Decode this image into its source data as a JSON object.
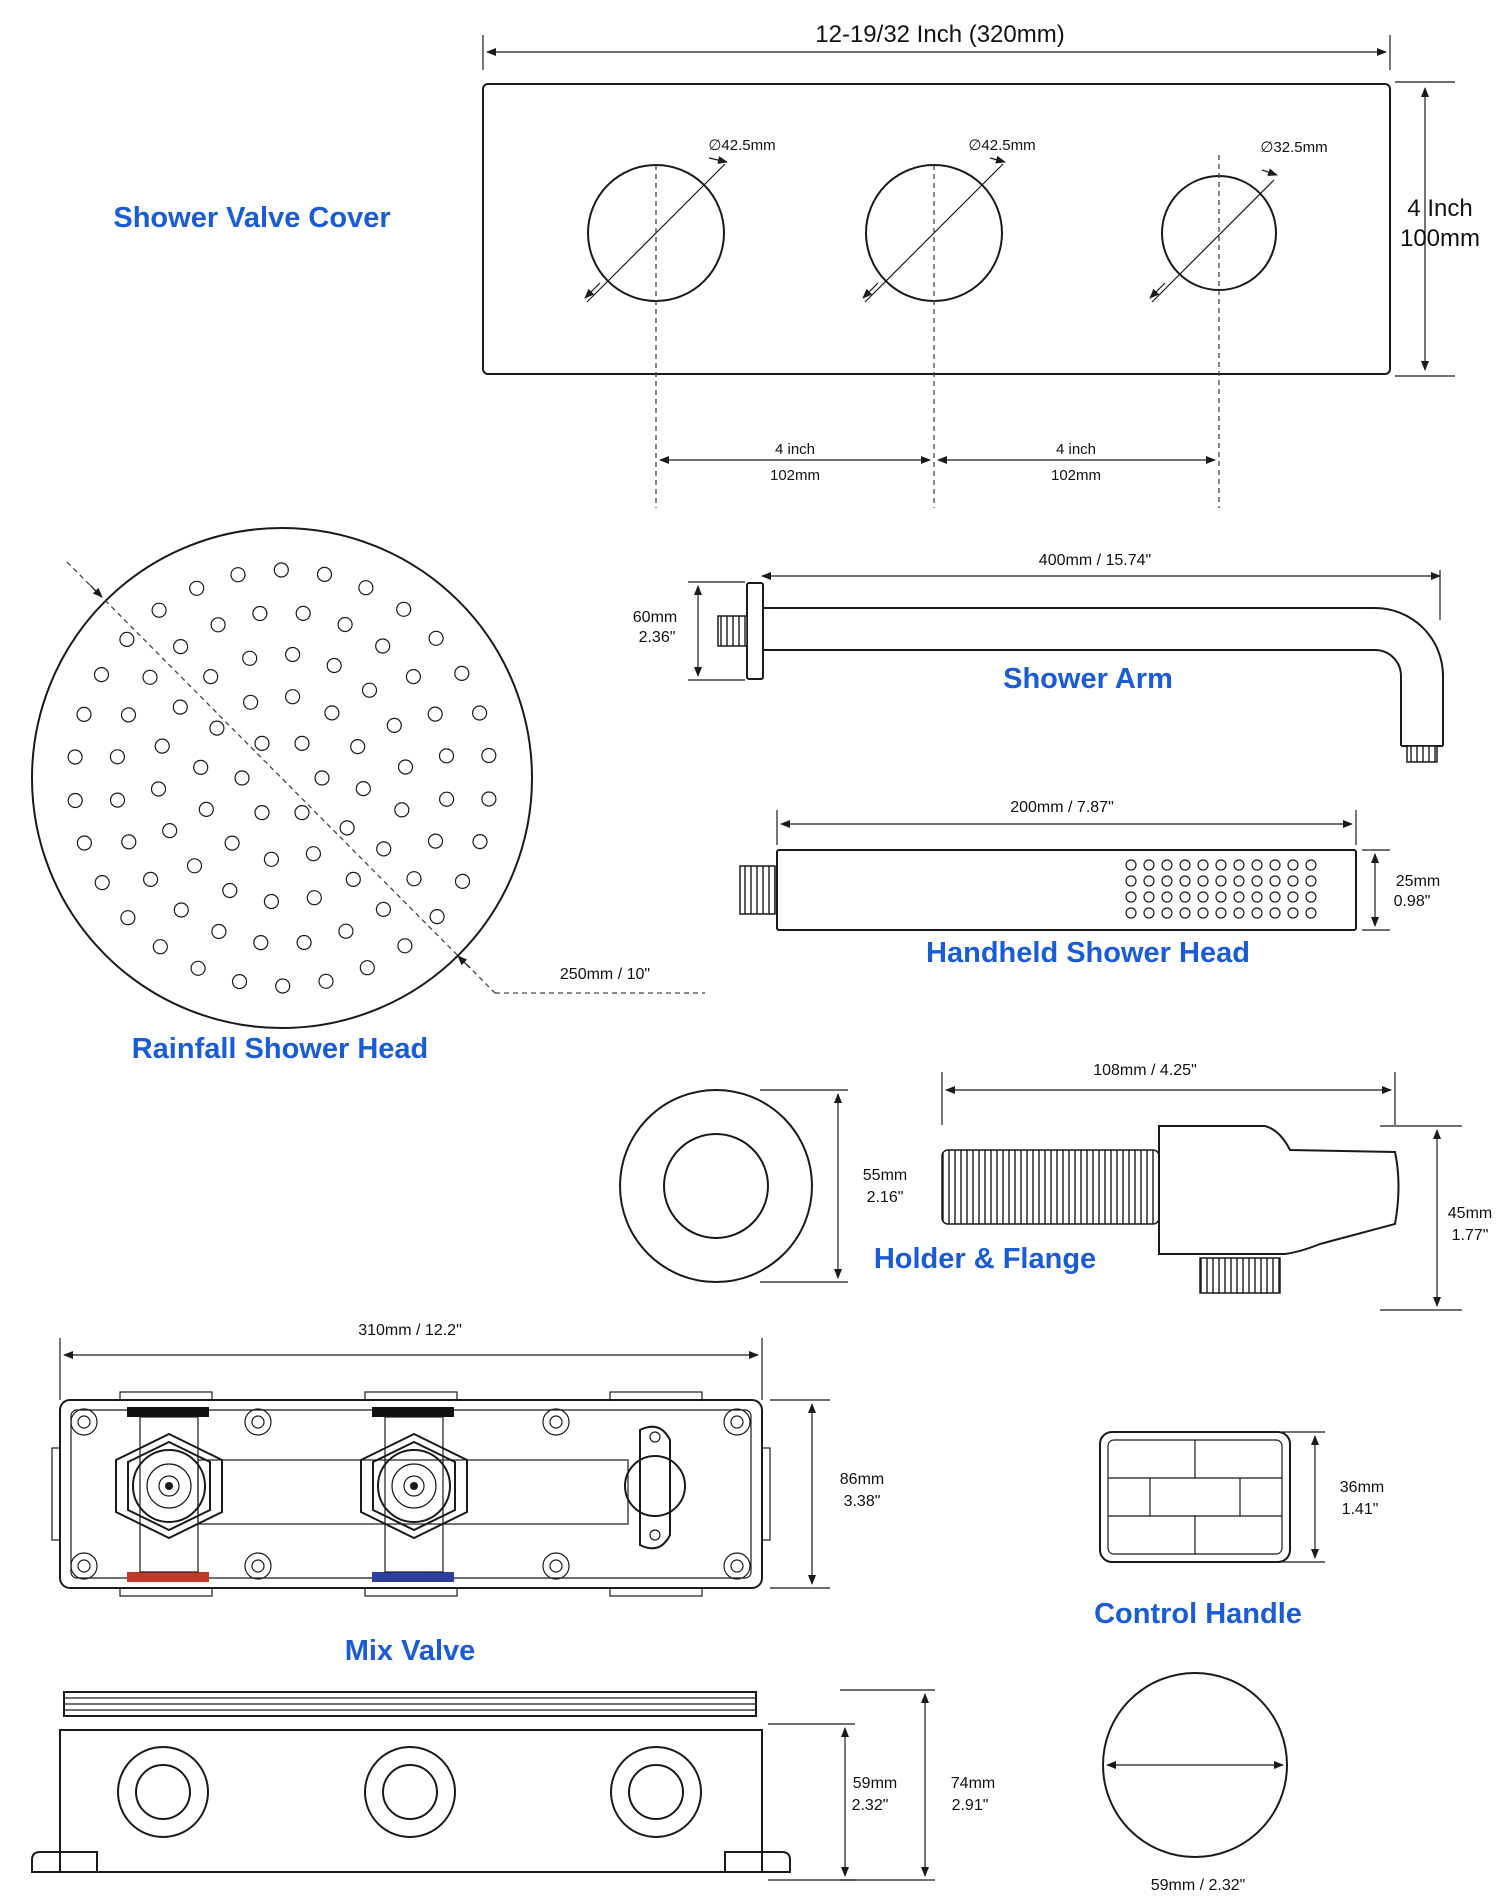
{
  "titles": {
    "valve_cover": "Shower Valve Cover",
    "shower_arm": "Shower Arm",
    "handheld": "Handheld Shower Head",
    "rainfall": "Rainfall Shower Head",
    "holder": "Holder & Flange",
    "mix_valve": "Mix Valve",
    "control_handle": "Control Handle"
  },
  "dimensions": {
    "cover_width": "12-19/32 Inch  (320mm)",
    "cover_height_in": "4 Inch",
    "cover_height_mm": "100mm",
    "hole1_dia": "∅42.5mm",
    "hole2_dia": "∅42.5mm",
    "hole3_dia": "∅32.5mm",
    "spacing1_in": "4 inch",
    "spacing1_mm": "102mm",
    "spacing2_in": "4 inch",
    "spacing2_mm": "102mm",
    "arm_length": "400mm / 15.74\"",
    "arm_drop_mm": "60mm",
    "arm_drop_in": "2.36\"",
    "handheld_length": "200mm / 7.87\"",
    "handheld_height_mm": "25mm",
    "handheld_height_in": "0.98\"",
    "rainfall_dia": "250mm / 10\"",
    "flange_mm": "55mm",
    "flange_in": "2.16\"",
    "holder_length": "108mm / 4.25\"",
    "holder_height_mm": "45mm",
    "holder_height_in": "1.77\"",
    "valve_length": "310mm / 12.2\"",
    "valve_height_mm": "86mm",
    "valve_height_in": "3.38\"",
    "valve_depth1_mm": "59mm",
    "valve_depth1_in": "2.32\"",
    "valve_depth2_mm": "74mm",
    "valve_depth2_in": "2.91\"",
    "handle_height_mm": "36mm",
    "handle_height_in": "1.41\"",
    "handle_dia": "59mm / 2.32\""
  },
  "colors": {
    "title": "#1a5bd6",
    "line": "#1a1a1a",
    "hot": "#c0392b",
    "cold": "#2c3e9e",
    "black_port": "#111111"
  }
}
